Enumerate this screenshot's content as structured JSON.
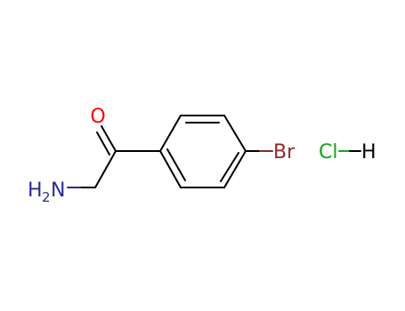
{
  "molecule": {
    "atoms": {
      "oxygen": "O",
      "amine_h": "H",
      "amine_sub": "2",
      "amine_n": "N",
      "bromine": "Br",
      "chlorine": "Cl",
      "hydrogen": "H"
    },
    "colors": {
      "bond": "#000000",
      "oxygen": "#ff0000",
      "nitrogen": "#2a2aa0",
      "bromine": "#8b2a2a",
      "chlorine": "#16a316",
      "hydrogen": "#000000"
    }
  }
}
